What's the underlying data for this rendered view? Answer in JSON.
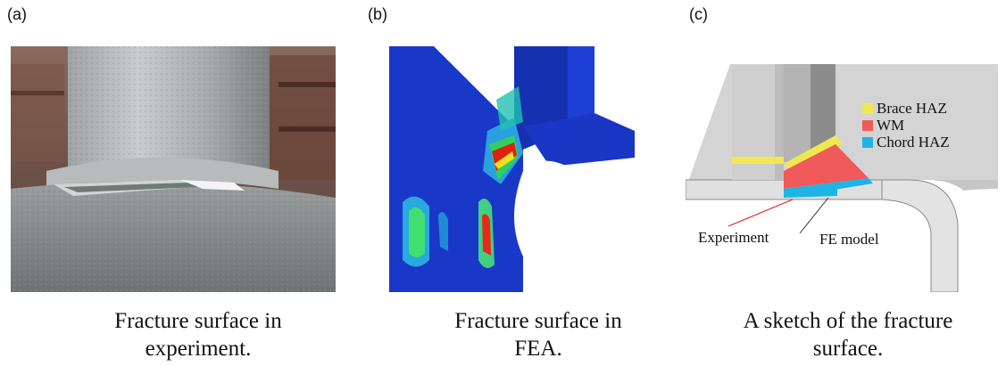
{
  "panels": [
    {
      "label": "(a)",
      "caption_line1": "Fracture surface in",
      "caption_line2": "experiment."
    },
    {
      "label": "(b)",
      "caption_line1": "Fracture surface in",
      "caption_line2": "FEA."
    },
    {
      "label": "(c)",
      "caption_line1": "A sketch of the fracture",
      "caption_line2": "surface."
    }
  ],
  "sketch": {
    "legend": [
      {
        "label": "Brace HAZ",
        "color": "#f0e850"
      },
      {
        "label": "WM",
        "color": "#f05a5a"
      },
      {
        "label": "Chord HAZ",
        "color": "#1eb4e6"
      }
    ],
    "annotations": {
      "experiment": "Experiment",
      "fe_model": "FE model"
    }
  }
}
